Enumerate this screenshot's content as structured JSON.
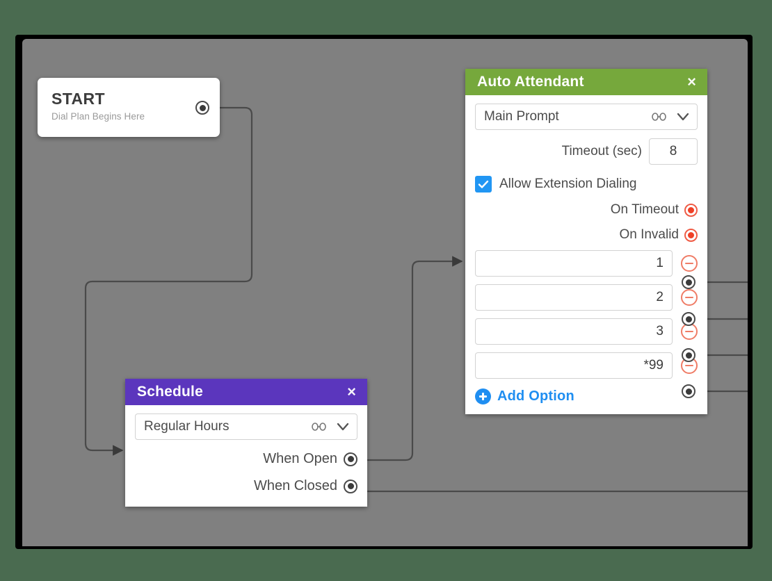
{
  "canvas": {
    "background_color": "#808080",
    "page_background_color": "#4a6b50",
    "frame_color": "#000000"
  },
  "start_node": {
    "title": "START",
    "subtitle": "Dial Plan Begins Here",
    "output_port_name": "start-output"
  },
  "auto_attendant": {
    "header": {
      "title": "Auto Attendant",
      "close_label": "×",
      "color": "#76a83c"
    },
    "prompt_select": {
      "value": "Main Prompt",
      "link_icon": "link-icon",
      "chevron_icon": "chevron-down-icon"
    },
    "timeout": {
      "label": "Timeout (sec)",
      "value": "8"
    },
    "allow_extension_dialing": {
      "label": "Allow Extension Dialing",
      "checked": true,
      "color": "#2196f3"
    },
    "on_timeout": {
      "label": "On Timeout",
      "port_color": "#ef4026"
    },
    "on_invalid": {
      "label": "On Invalid",
      "port_color": "#ef4026"
    },
    "options": [
      {
        "value": "1",
        "remove_label": "remove-option-1"
      },
      {
        "value": "2",
        "remove_label": "remove-option-2"
      },
      {
        "value": "3",
        "remove_label": "remove-option-3"
      },
      {
        "value": "*99",
        "remove_label": "remove-option-99"
      }
    ],
    "add_option": {
      "label": "Add Option",
      "color": "#1f8ef1"
    }
  },
  "schedule": {
    "header": {
      "title": "Schedule",
      "close_label": "×",
      "color": "#5b36bd"
    },
    "hours_select": {
      "value": "Regular Hours",
      "link_icon": "link-icon",
      "chevron_icon": "chevron-down-icon"
    },
    "when_open": {
      "label": "When Open"
    },
    "when_closed": {
      "label": "When Closed"
    }
  }
}
